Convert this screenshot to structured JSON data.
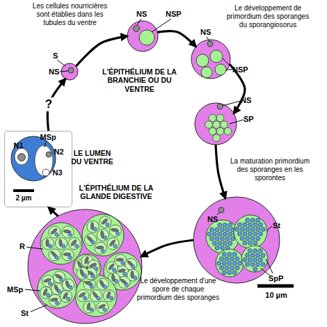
{
  "diagram": {
    "nodes": [
      {
        "text": [
          "S",
          "NS"
        ]
      },
      {
        "text": [
          "NS",
          "NSP"
        ]
      },
      {
        "text": [
          "NS",
          "NSP"
        ]
      },
      {
        "text": [
          "NS",
          "SP"
        ]
      },
      {
        "text": [
          "NS",
          "St",
          "SpP"
        ]
      },
      {
        "text": [
          "R",
          "MSp",
          "St"
        ]
      },
      {
        "text": [
          "LE LUMEN DU VENTRE"
        ]
      },
      {
        "text": [
          "N1",
          "MSp",
          "N2",
          "N3"
        ],
        "in": 6
      }
    ],
    "edges": [
      {
        "from": 6,
        "to": 0,
        "arrow": "to",
        "label": "?"
      },
      {
        "from": 0,
        "to": 1,
        "arrow": "to"
      },
      {
        "from": 1,
        "to": 2,
        "arrow": "to"
      },
      {
        "from": 2,
        "to": 3,
        "arrow": "to"
      },
      {
        "from": 3,
        "to": 4,
        "arrow": "to"
      },
      {
        "from": 4,
        "to": 5,
        "arrow": "to"
      },
      {
        "from": 5,
        "to": 6,
        "arrow": "to"
      }
    ],
    "labels": [
      "Les cellules nourricières sont établies dans les tubules du ventre",
      "Le développement de primordium des sporanges du sporangiosorus",
      "L'ÉPITHÉLIUM DE LA BRANCHIE OU DU VENTRE",
      "La maturation primordium des sporanges en les sporontes",
      "L'ÉPITHÉLIUM DE LA GLANDE DIGESTIVE",
      "Le développement d'une spore de chaque primordium des sporanges",
      "10 µm",
      "2 µm"
    ]
  }
}
